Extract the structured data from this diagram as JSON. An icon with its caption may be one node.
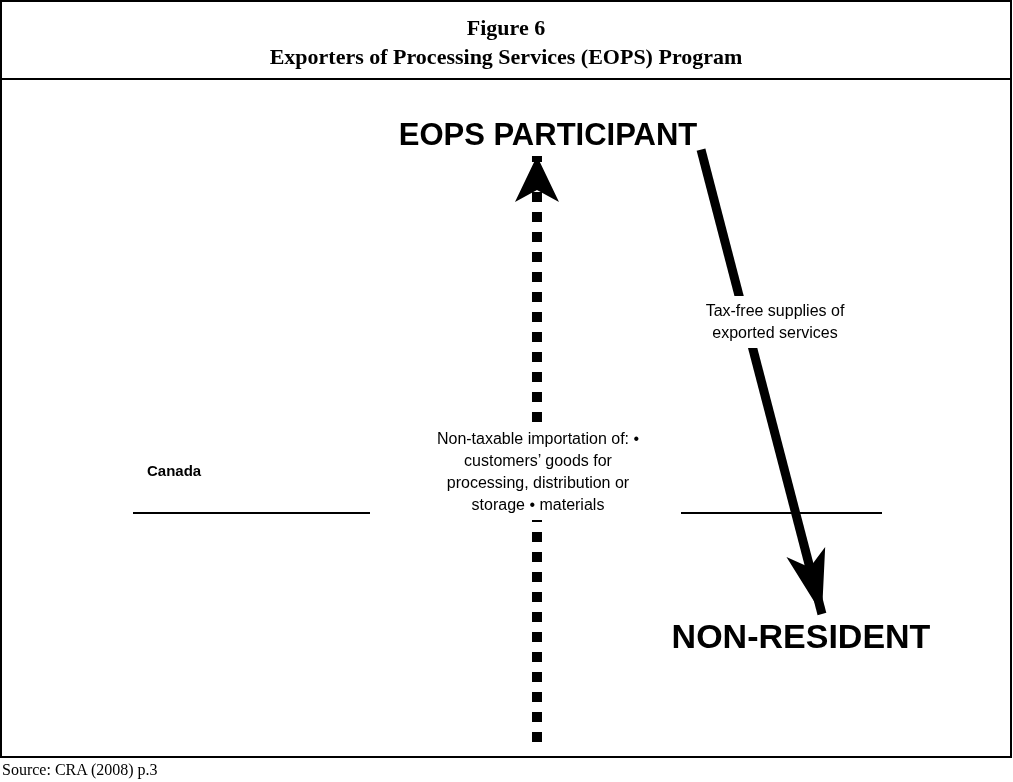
{
  "diagram": {
    "title": "Exporters of Processing Services (EOPS) Program",
    "caption": "Source: CRA (2008) p.3",
    "nodes": [
      {
        "text": [
          "EOPS PARTICIPANT"
        ]
      },
      {
        "text": [
          "NON-RESIDENT"
        ]
      }
    ],
    "edges": [
      {
        "from": null,
        "to": 0,
        "arrow": "to",
        "style": "dashed",
        "label": "Non-taxable importation of: • customers’ goods for processing, distribution or storage • materials"
      },
      {
        "from": 0,
        "to": 1,
        "arrow": "to",
        "label": "Tax-free supplies of exported services"
      }
    ],
    "labels": [
      "Figure 6",
      "Canada"
    ]
  }
}
